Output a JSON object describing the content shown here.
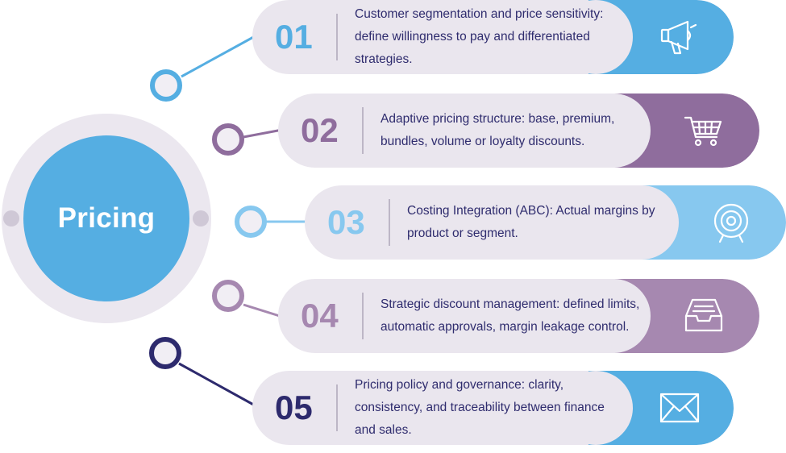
{
  "hub": {
    "label": "Pricing",
    "color": "#55aee2"
  },
  "items": [
    {
      "number": "01",
      "text": "Customer segmentation and price sensitivity: define willingness to pay and differentiated strategies.",
      "color": "#55aee2",
      "icon": "megaphone-icon"
    },
    {
      "number": "02",
      "text": "Adaptive pricing structure: base, premium, bundles, volume or loyalty discounts.",
      "color": "#8f6d9d",
      "icon": "shopping-cart-icon"
    },
    {
      "number": "03",
      "text": "Costing Integration (ABC): Actual margins by product or segment.",
      "color": "#87c8ef",
      "icon": "target-icon"
    },
    {
      "number": "04",
      "text": "Strategic discount management: defined limits, automatic approvals, margin leakage control.",
      "color": "#a688b0",
      "icon": "inbox-tray-icon"
    },
    {
      "number": "05",
      "text": "Pricing policy and governance: clarity, consistency, and traceability between finance and sales.",
      "color": "#2d2a6d",
      "icon": "envelope-icon"
    }
  ]
}
